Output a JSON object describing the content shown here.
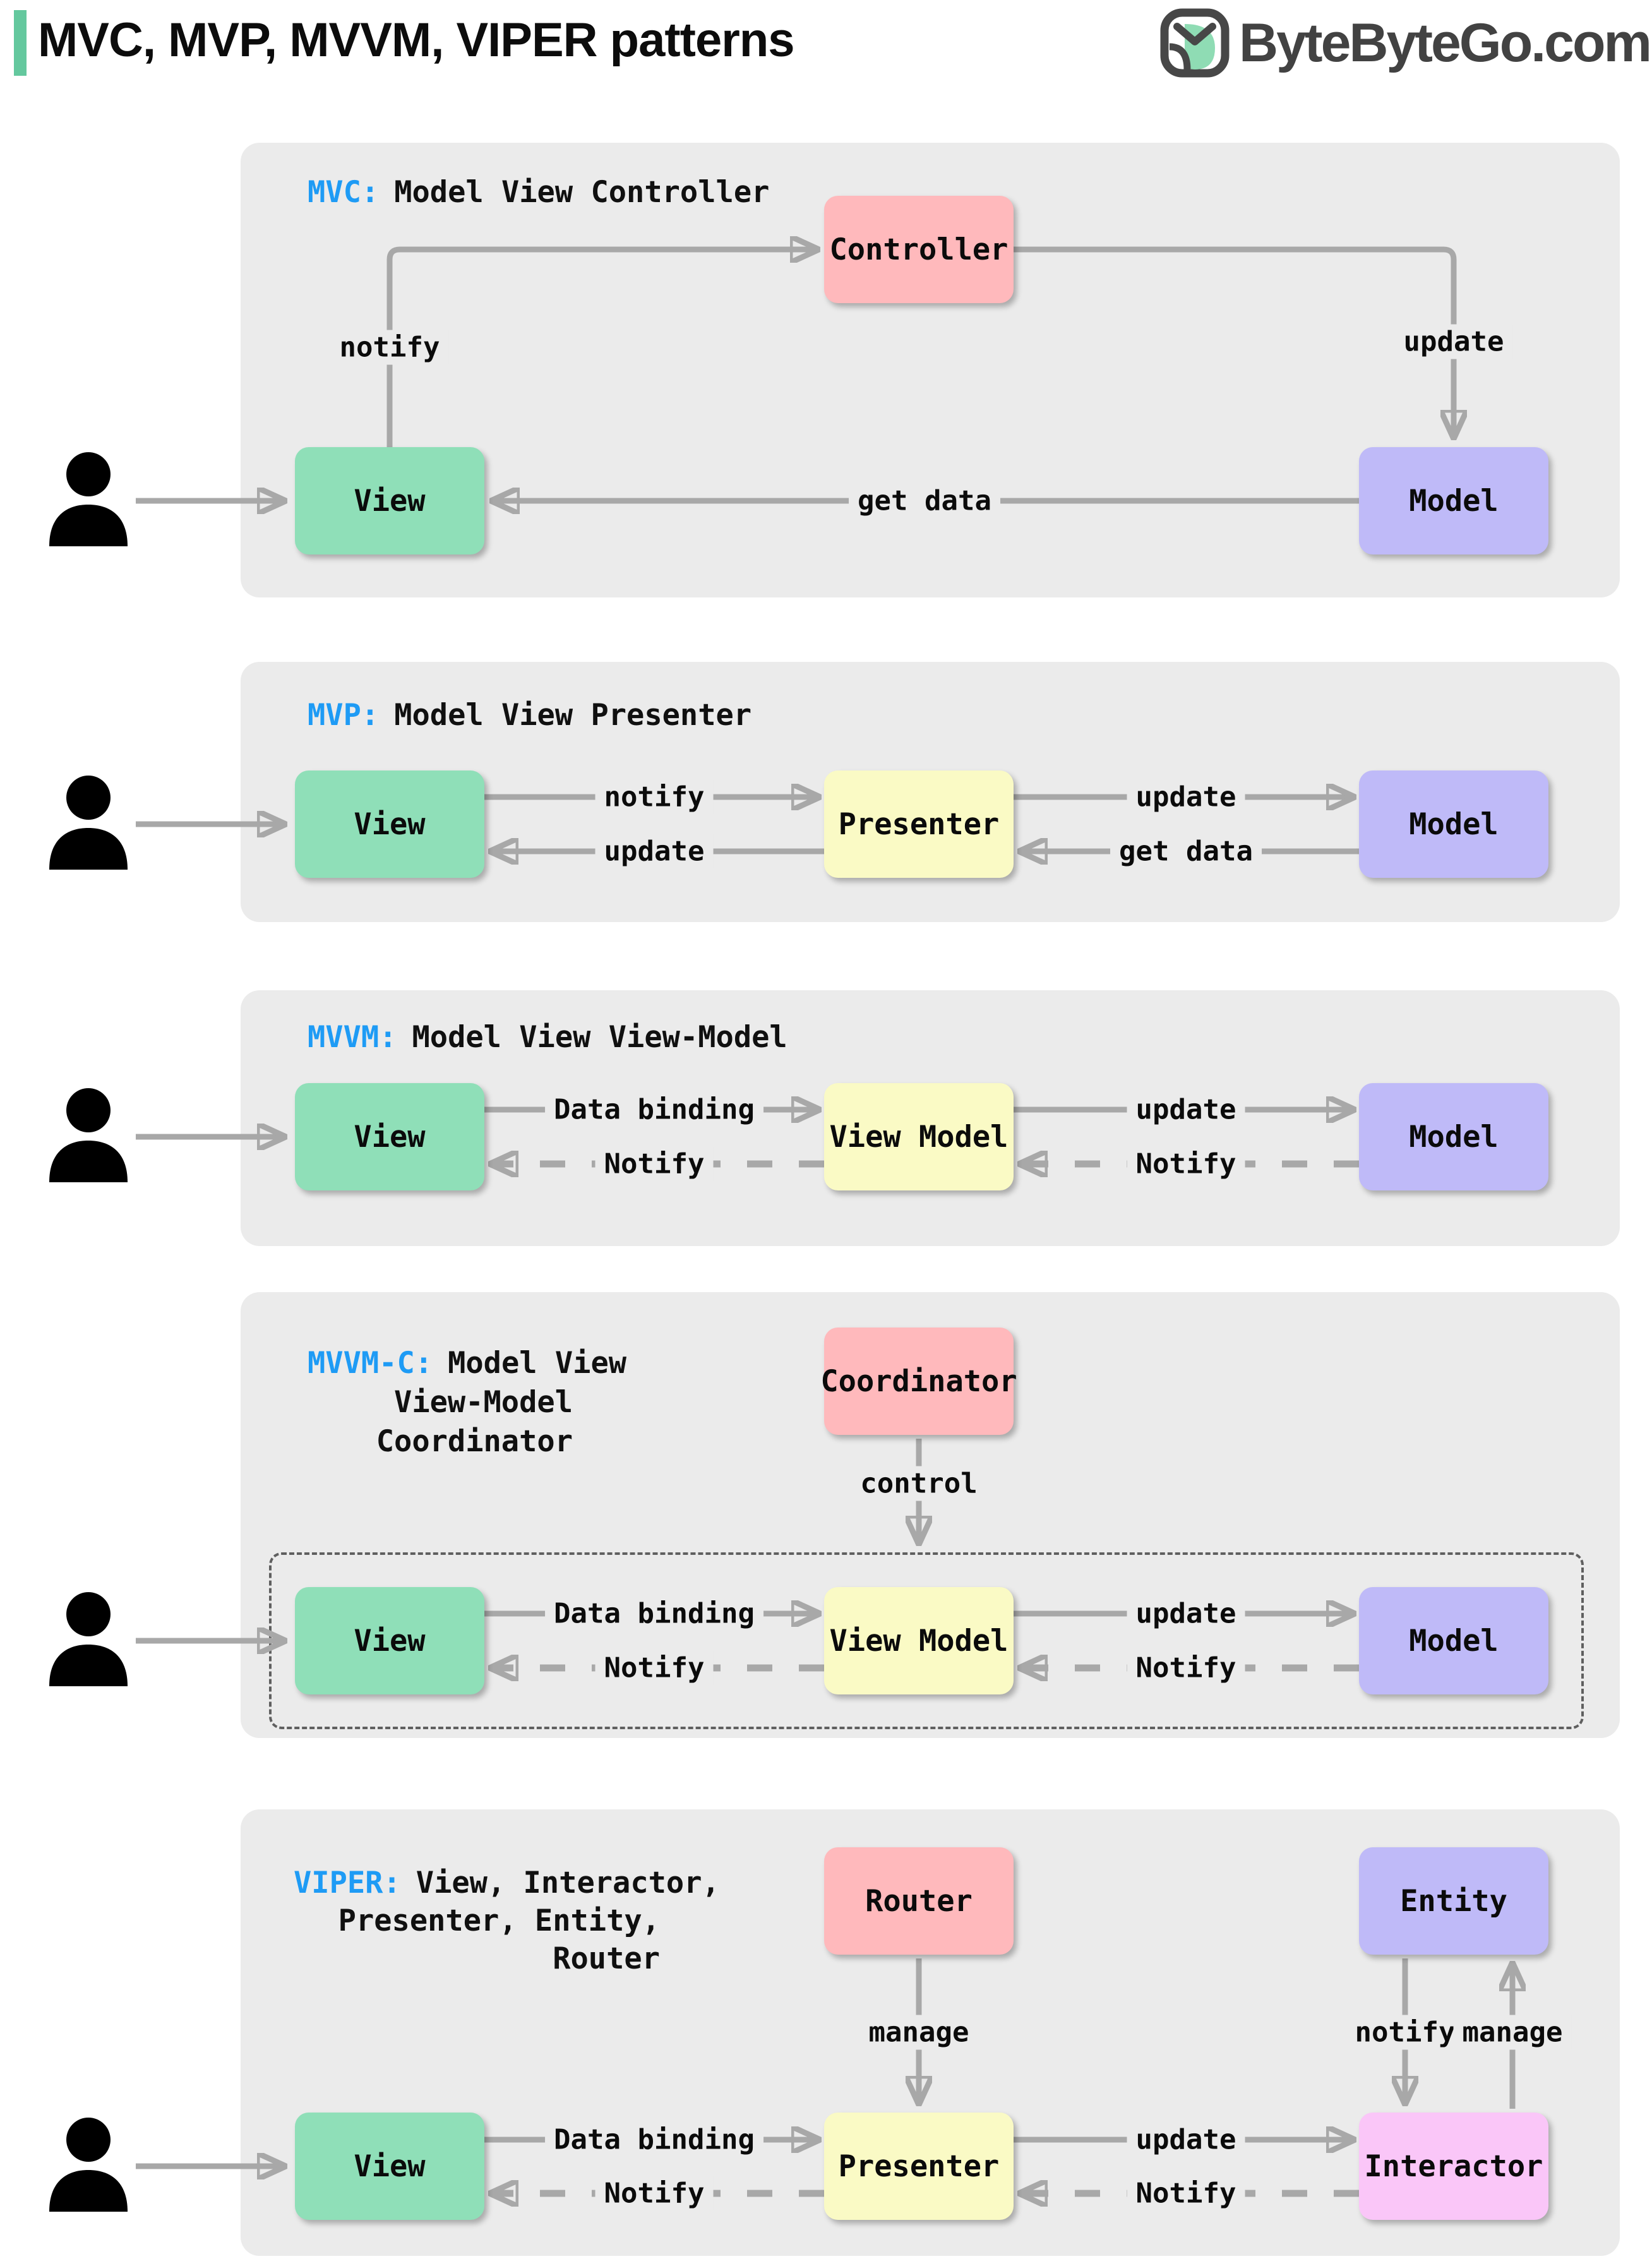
{
  "header": {
    "title": "MVC, MVP, MVVM, VIPER patterns",
    "brand": "ByteByteGo.com"
  },
  "colors": {
    "accent_green": "#64C89E",
    "tag_blue": "#1E9BF5",
    "panel_bg": "#EBEBEB",
    "arrow_gray": "#A8A8A8",
    "box_green": "#8FDFB8",
    "box_pink": "#FFB9BC",
    "box_purple": "#BFBAF8",
    "box_yellow": "#FAFAC5",
    "box_magenta": "#FAC6F8"
  },
  "sections": [
    {
      "id": "mvc",
      "tag": "MVC:",
      "title_lines": [
        "Model View Controller"
      ],
      "nodes": {
        "view": "View",
        "controller": "Controller",
        "model": "Model"
      },
      "edges": {
        "notify": "notify",
        "update": "update",
        "get_data": "get data"
      }
    },
    {
      "id": "mvp",
      "tag": "MVP:",
      "title_lines": [
        "Model View Presenter"
      ],
      "nodes": {
        "view": "View",
        "presenter": "Presenter",
        "model": "Model"
      },
      "edges": {
        "notify": "notify",
        "update_to_view": "update",
        "update_to_model": "update",
        "get_data": "get data"
      }
    },
    {
      "id": "mvvm",
      "tag": "MVVM:",
      "title_lines": [
        "Model View View-Model"
      ],
      "nodes": {
        "view": "View",
        "view_model": "View Model",
        "model": "Model"
      },
      "edges": {
        "data_binding": "Data binding",
        "notify_to_view": "Notify",
        "update": "update",
        "notify_to_view_model": "Notify"
      }
    },
    {
      "id": "mvvm-c",
      "tag": "MVVM-C:",
      "title_lines": [
        "Model View",
        "View-Model",
        "Coordinator"
      ],
      "nodes": {
        "coordinator": "Coordinator",
        "view": "View",
        "view_model": "View Model",
        "model": "Model"
      },
      "edges": {
        "control": "control",
        "data_binding": "Data binding",
        "notify_to_view": "Notify",
        "update": "update",
        "notify_to_view_model": "Notify"
      }
    },
    {
      "id": "viper",
      "tag": "VIPER:",
      "title_lines": [
        "View, Interactor,",
        "Presenter, Entity,",
        "Router"
      ],
      "nodes": {
        "router": "Router",
        "entity": "Entity",
        "view": "View",
        "presenter": "Presenter",
        "interactor": "Interactor"
      },
      "edges": {
        "manage_router": "manage",
        "notify_entity": "notify",
        "manage_entity": "manage",
        "data_binding": "Data binding",
        "notify_to_view": "Notify",
        "update": "update",
        "notify_to_presenter": "Notify"
      }
    }
  ]
}
